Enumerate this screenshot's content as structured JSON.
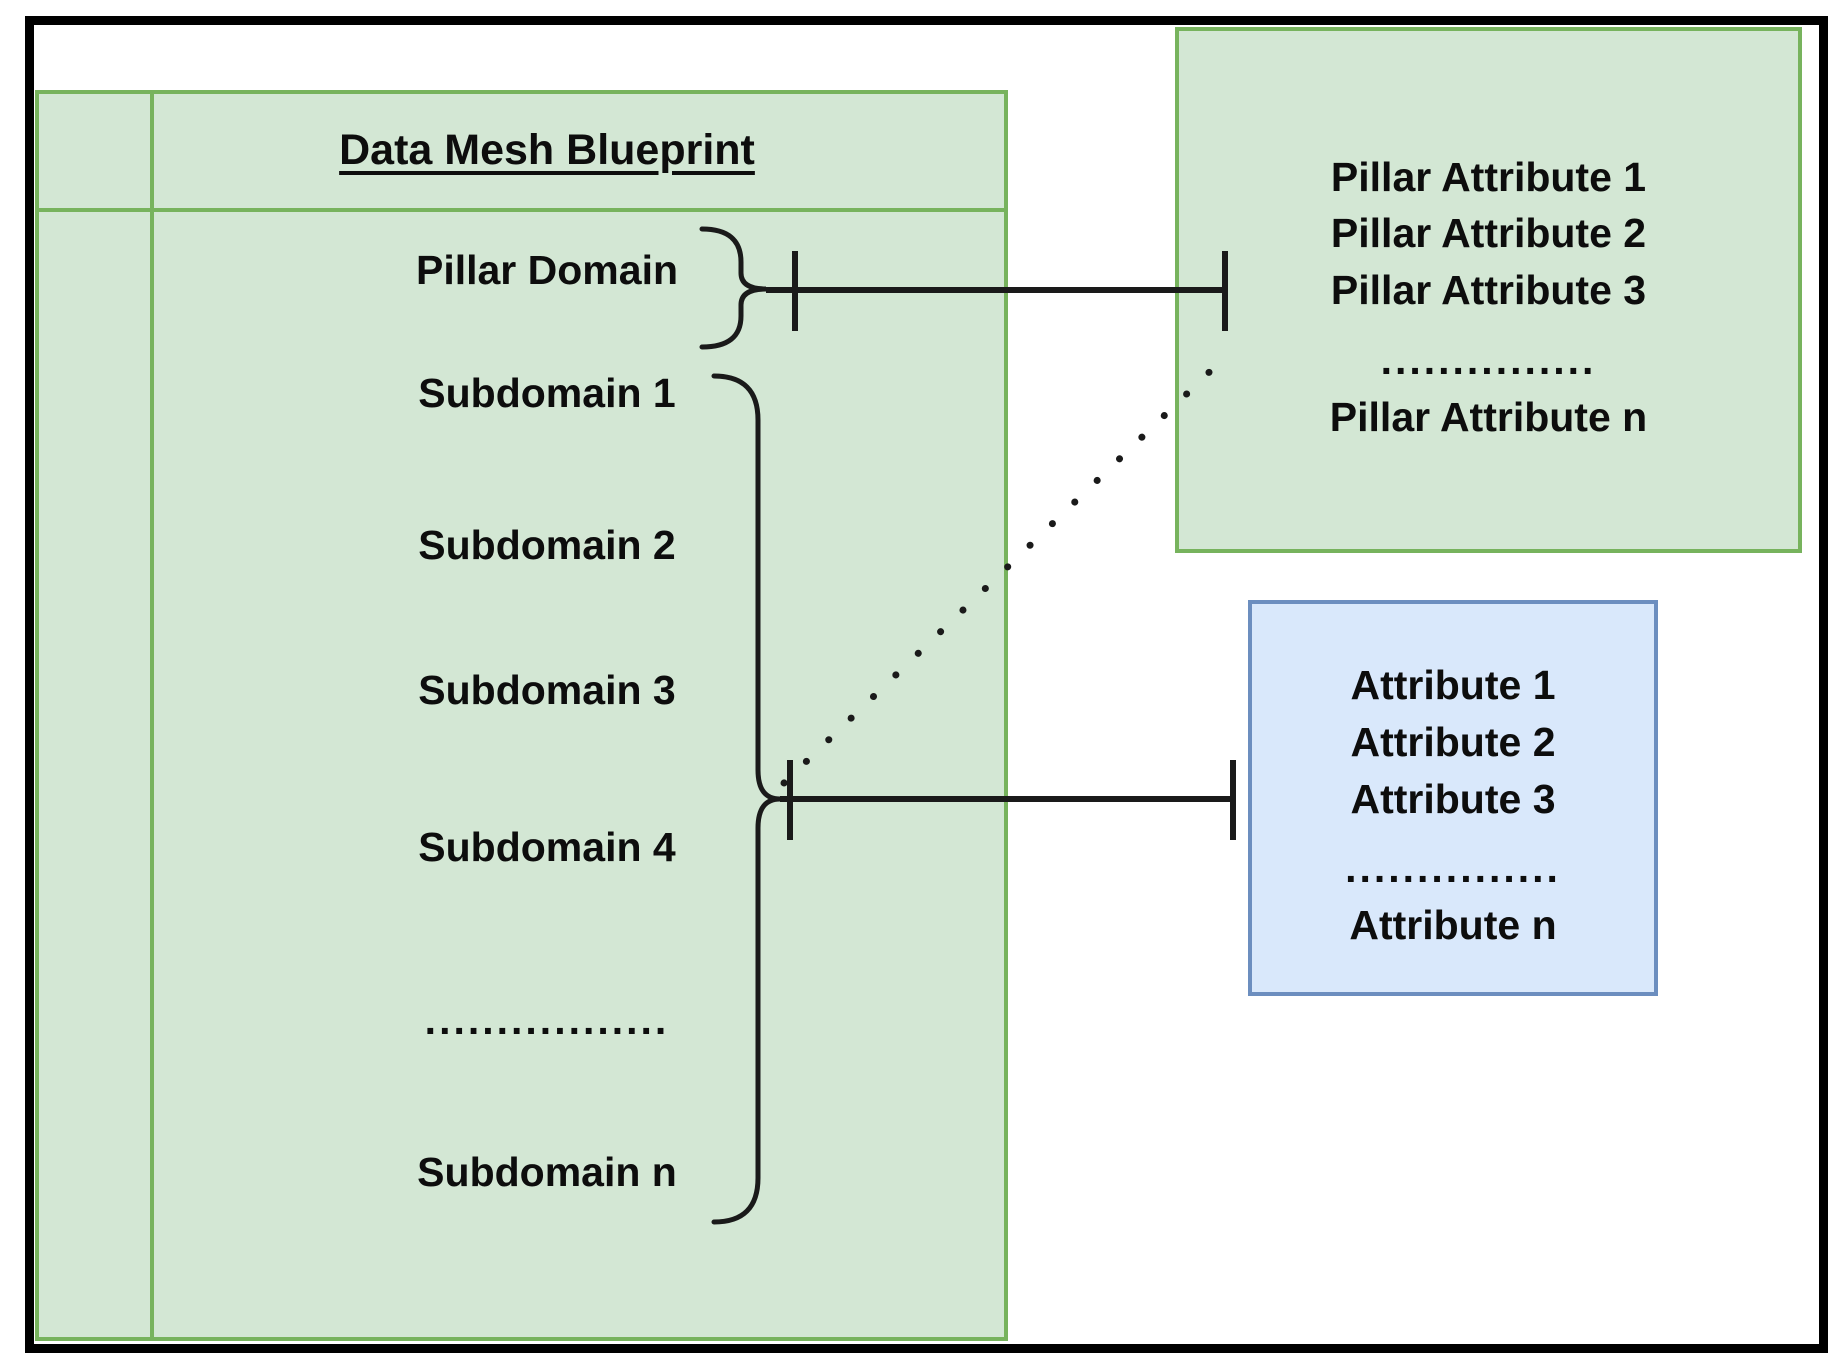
{
  "main_table": {
    "title": "Data Mesh Blueprint",
    "rows": [
      {
        "label": "Pillar Domain"
      },
      {
        "label": "Subdomain 1"
      },
      {
        "label": "Subdomain 2"
      },
      {
        "label": "Subdomain 3"
      },
      {
        "label": "Subdomain 4"
      },
      {
        "label": "................."
      },
      {
        "label": "Subdomain n"
      }
    ]
  },
  "pillar_attributes_box": {
    "lines": [
      "Pillar Attribute 1",
      "Pillar Attribute 2",
      "Pillar Attribute 3",
      "...............",
      "Pillar Attribute n"
    ]
  },
  "attributes_box": {
    "lines": [
      "Attribute 1",
      "Attribute 2",
      "Attribute 3",
      "...............",
      "Attribute n"
    ]
  },
  "colors": {
    "green_fill": "#d3e7d4",
    "green_border": "#77b35d",
    "blue_fill": "#d9e8fb",
    "blue_border": "#6c8ebf",
    "frame": "#000000",
    "connector": "#1a1a1a",
    "text": "#0d0d0d"
  }
}
